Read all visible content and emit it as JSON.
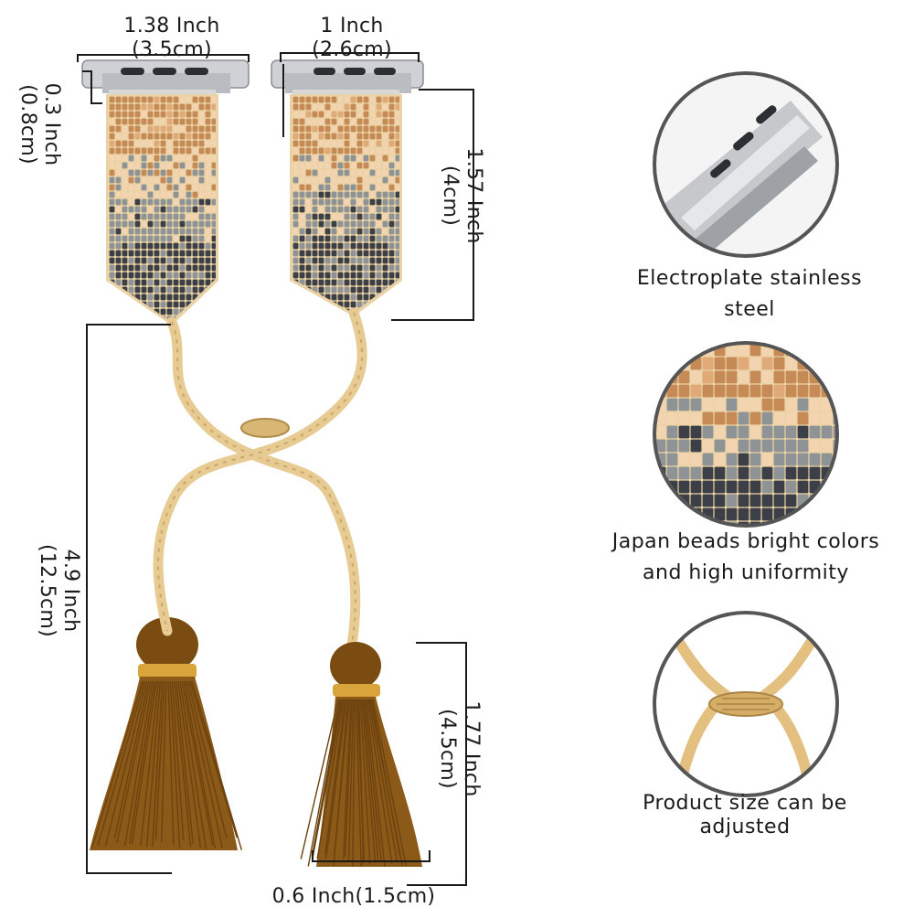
{
  "dimensions": {
    "top_left_width": {
      "inch": "1.38 Inch",
      "cm": "(3.5cm)"
    },
    "top_right_width": {
      "inch": "1 Inch",
      "cm": "(2.6cm)"
    },
    "connector_height": {
      "inch": "0.3 Inch",
      "cm": "(0.8cm)"
    },
    "panel_length": {
      "inch": "1.57 Inch",
      "cm": "(4cm)"
    },
    "cord_length": {
      "inch": "4.9 Inch",
      "cm": "(12.5cm)"
    },
    "tassel_length": {
      "inch": "1.77 Inch",
      "cm": "(4.5cm)"
    },
    "tassel_width": "0.6 Inch(1.5cm)"
  },
  "features": [
    {
      "icon": "steel-connector-icon",
      "line1": "Electroplate stainless",
      "line2": "steel"
    },
    {
      "icon": "japan-beads-icon",
      "line1": "Japan beads bright colors",
      "line2": "and high uniformity"
    },
    {
      "icon": "adjustable-knot-icon",
      "line1": "Product size can be",
      "line2": "adjusted"
    }
  ],
  "colors": {
    "line": "#1a1a1a",
    "steel": "#c9cbcf",
    "bead_gold": "#c58a55",
    "bead_cream": "#f3d4b0",
    "bead_grey": "#8e9396",
    "bead_dark": "#3b3f47",
    "cord": "#e7cb93",
    "tassel": "#8b5a18",
    "tassel_band": "#d9a43a"
  }
}
